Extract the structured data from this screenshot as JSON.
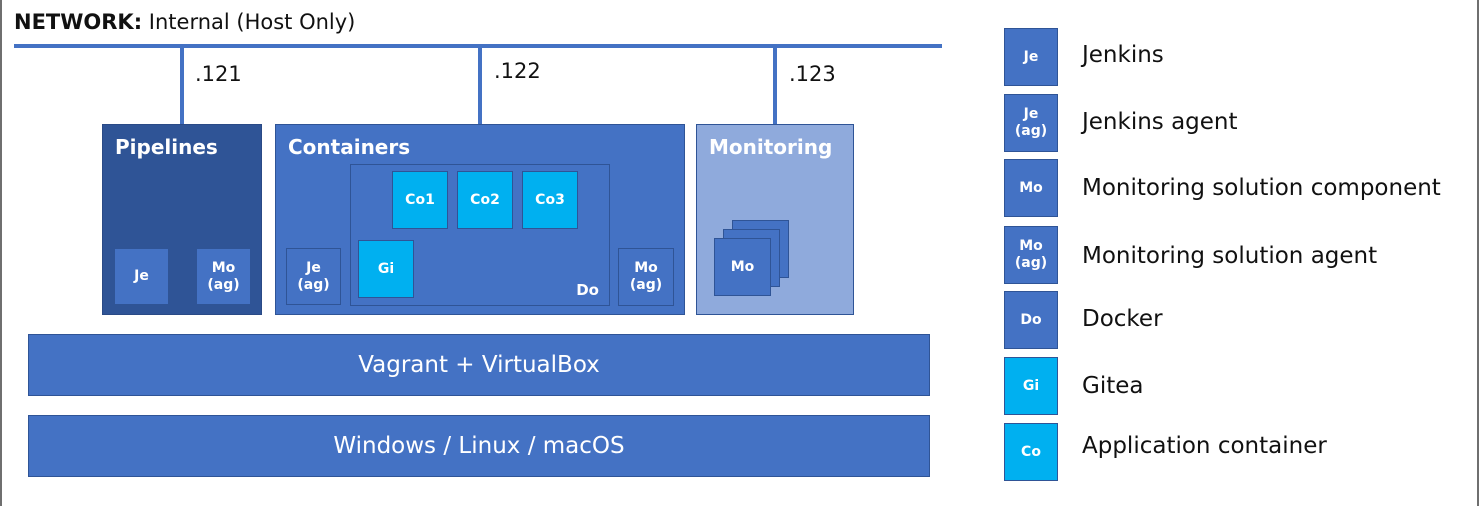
{
  "title": {
    "bold": "NETWORK:",
    "text": " Internal (Host Only)"
  },
  "ips": [
    ".121",
    ".122",
    ".123"
  ],
  "pipelines": {
    "title": "Pipelines",
    "je": "Je",
    "mo_ag_1": "Mo",
    "mo_ag_2": "(ag)"
  },
  "containers": {
    "title": "Containers",
    "je_ag_1": "Je",
    "je_ag_2": "(ag)",
    "co1": "Co1",
    "co2": "Co2",
    "co3": "Co3",
    "gi": "Gi",
    "do": "Do",
    "mo_ag_1": "Mo",
    "mo_ag_2": "(ag)"
  },
  "monitoring": {
    "title": "Monitoring",
    "mo": "Mo"
  },
  "bars": {
    "vagrant": "Vagrant + VirtualBox",
    "os": "Windows / Linux / macOS"
  },
  "legend": [
    {
      "abbr1": "Je",
      "abbr2": "",
      "label": "Jenkins",
      "color": "#4472c4"
    },
    {
      "abbr1": "Je",
      "abbr2": "(ag)",
      "label": "Jenkins agent",
      "color": "#4472c4"
    },
    {
      "abbr1": "Mo",
      "abbr2": "",
      "label": "Monitoring solution component",
      "color": "#4472c4"
    },
    {
      "abbr1": "Mo",
      "abbr2": "(ag)",
      "label": "Monitoring solution agent",
      "color": "#4472c4"
    },
    {
      "abbr1": "Do",
      "abbr2": "",
      "label": "Docker",
      "color": "#4472c4"
    },
    {
      "abbr1": "Gi",
      "abbr2": "",
      "label": "Gitea",
      "color": "#00b0f0"
    },
    {
      "abbr1": "Co",
      "abbr2": "",
      "label": "Application container",
      "color": "#00b0f0"
    }
  ]
}
